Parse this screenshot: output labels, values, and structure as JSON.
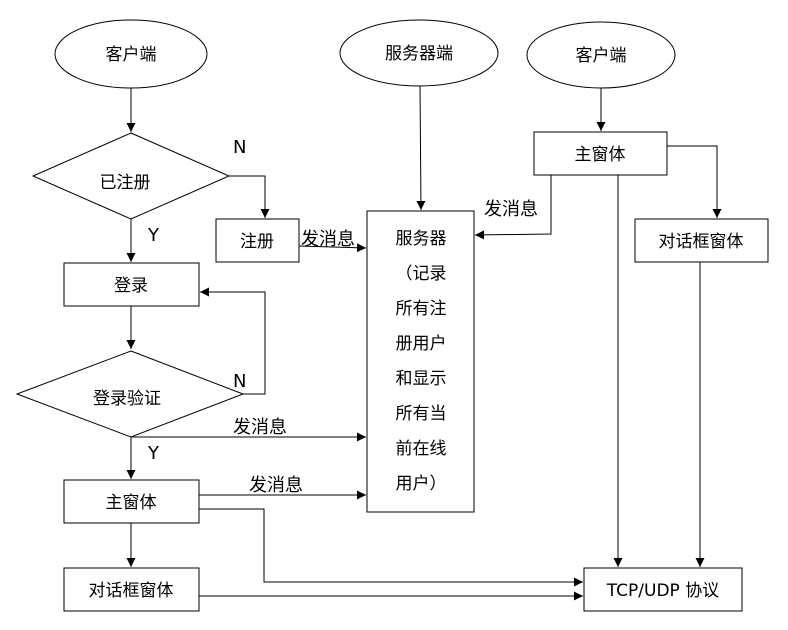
{
  "nodes": {
    "client_left": "客户端",
    "server_top": "服务器端",
    "client_right": "客户端",
    "registered": "已注册",
    "register": "注册",
    "login": "登录",
    "login_verify": "登录验证",
    "main_window_left": "主窗体",
    "dialog_left": "对话框窗体",
    "server_lines": [
      "服务器",
      "（记录",
      "所有注",
      "册用户",
      "和显示",
      "所有当",
      "前在线",
      "用户）"
    ],
    "main_window_right": "主窗体",
    "dialog_right": "对话框窗体",
    "protocol": "TCP/UDP 协议"
  },
  "edge_labels": {
    "registered_no": "N",
    "registered_yes": "Y",
    "verify_no": "N",
    "verify_yes": "Y",
    "send_msg_register": "发消息",
    "send_msg_verify": "发消息",
    "send_msg_main_left": "发消息",
    "send_msg_main_right": "发消息"
  }
}
